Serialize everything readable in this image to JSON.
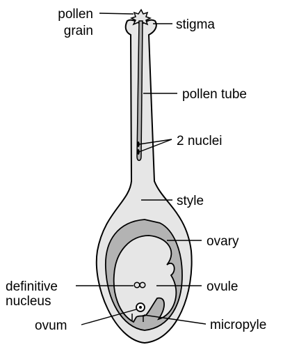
{
  "labels": {
    "pollen_grain_line1": "pollen",
    "pollen_grain_line2": "grain",
    "stigma": "stigma",
    "pollen_tube": "pollen tube",
    "two_nuclei": "2 nuclei",
    "style": "style",
    "ovary": "ovary",
    "definitive_nucleus_line1": "definitive",
    "definitive_nucleus_line2": "nucleus",
    "ovule": "ovule",
    "ovum": "ovum",
    "micropyle": "micropyle"
  },
  "colors": {
    "outline": "#000000",
    "tissue_light": "#e6e6e6",
    "tissue_dark": "#b3b3b3",
    "background": "#ffffff"
  }
}
